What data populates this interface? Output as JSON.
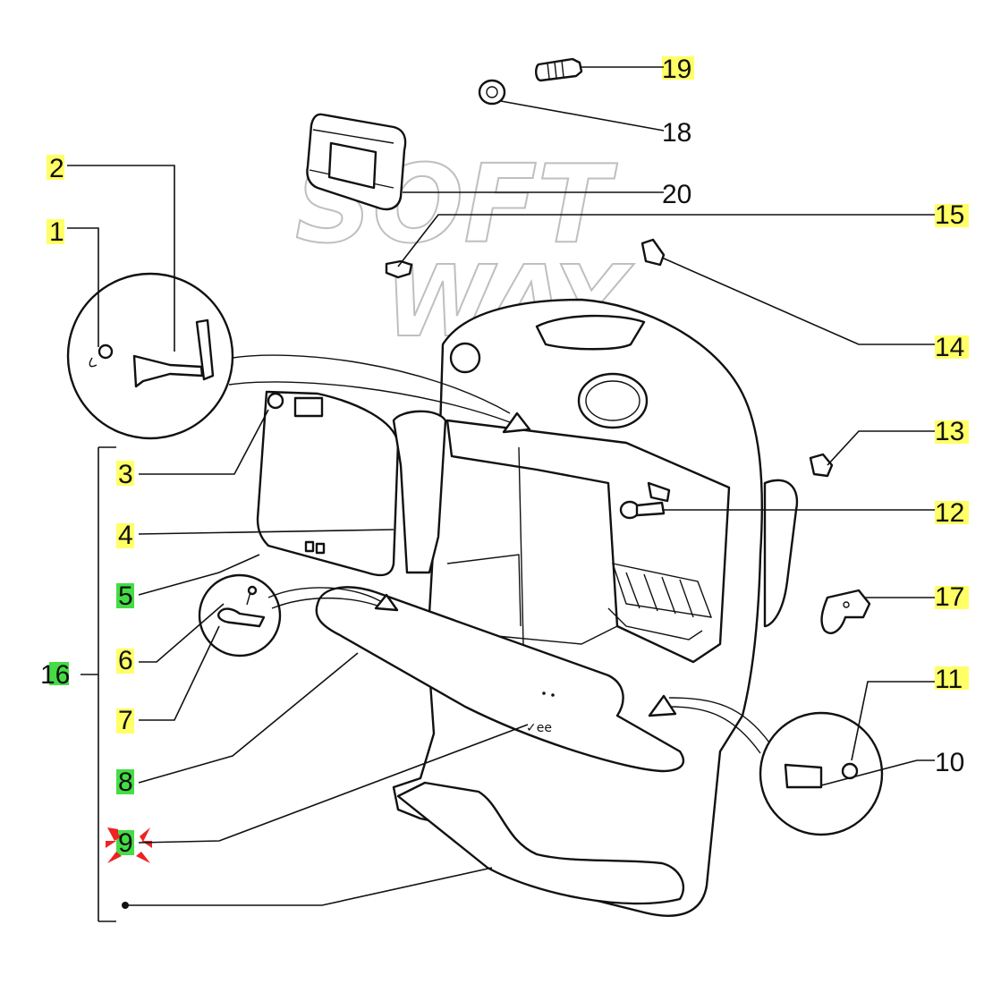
{
  "watermark": {
    "line1": "SOFT",
    "line2": "WAY"
  },
  "callouts": {
    "c1": "1",
    "c2": "2",
    "c3": "3",
    "c4": "4",
    "c5": "5",
    "c6": "6",
    "c7": "7",
    "c8": "8",
    "c9": "9",
    "c10": "10",
    "c11": "11",
    "c12": "12",
    "c13": "13",
    "c14": "14",
    "c15": "15",
    "c16": "16",
    "c17": "17",
    "c18": "18",
    "c19": "19",
    "c20": "20"
  },
  "highlight_colors": {
    "yellow": "#ffff66",
    "green": "#44dd44",
    "marker": "#ee2222"
  }
}
